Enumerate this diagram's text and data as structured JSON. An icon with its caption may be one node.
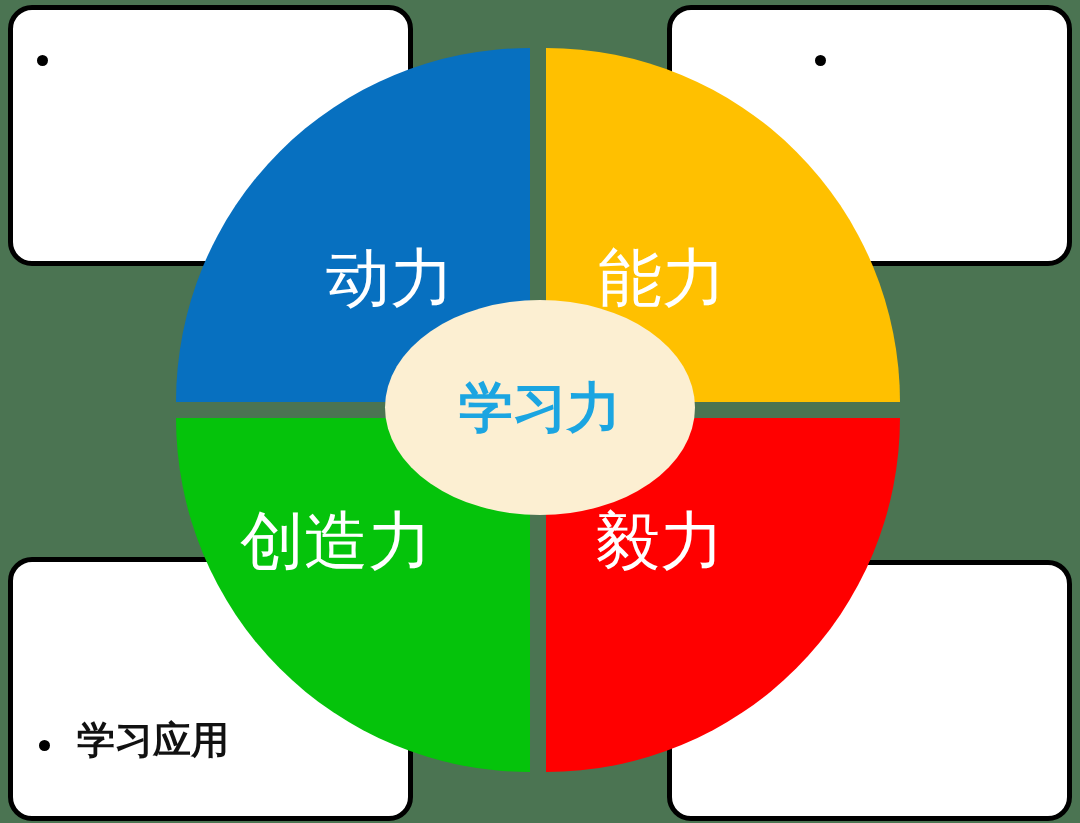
{
  "diagram": {
    "nodes": [
      {
        "text": [],
        "shape": "box"
      },
      {
        "text": [],
        "shape": "box"
      },
      {
        "text": [
          "动力"
        ]
      },
      {
        "text": [
          "能力"
        ]
      },
      {
        "text": [
          "学习力"
        ]
      },
      {
        "text": [
          "创造力"
        ]
      },
      {
        "text": [
          "毅力"
        ]
      },
      {
        "text": [
          "学习应用"
        ]
      },
      {
        "text": [],
        "shape": "box"
      }
    ]
  }
}
